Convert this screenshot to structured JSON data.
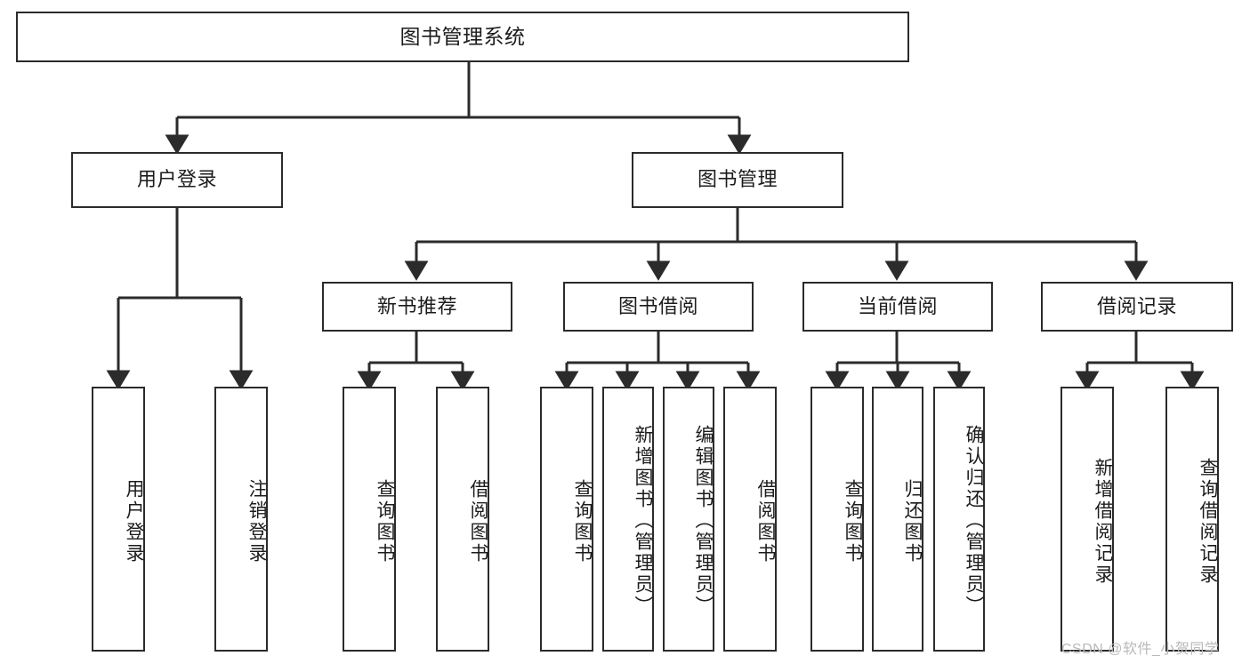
{
  "diagram": {
    "title": "图书管理系统",
    "type": "tree-hierarchy",
    "root": {
      "id": "root",
      "label": "图书管理系统"
    },
    "level2": [
      {
        "id": "user-login",
        "label": "用户登录"
      },
      {
        "id": "book-manage",
        "label": "图书管理"
      }
    ],
    "level3": [
      {
        "id": "new-book-rec",
        "label": "新书推荐",
        "parent": "book-manage"
      },
      {
        "id": "book-borrow",
        "label": "图书借阅",
        "parent": "book-manage"
      },
      {
        "id": "current-borrow",
        "label": "当前借阅",
        "parent": "book-manage"
      },
      {
        "id": "borrow-record",
        "label": "借阅记录",
        "parent": "book-manage"
      }
    ],
    "leaves": [
      {
        "id": "leaf-user-login",
        "label": "用户登录",
        "parent": "user-login"
      },
      {
        "id": "leaf-logout-login",
        "label": "注销登录",
        "parent": "user-login"
      },
      {
        "id": "leaf-query-book-1",
        "label": "查询图书",
        "parent": "new-book-rec"
      },
      {
        "id": "leaf-borrow-book-1",
        "label": "借阅图书",
        "parent": "new-book-rec"
      },
      {
        "id": "leaf-query-book-2",
        "label": "查询图书",
        "parent": "book-borrow"
      },
      {
        "id": "leaf-add-book",
        "label": "新增图书（管理员）",
        "parent": "book-borrow"
      },
      {
        "id": "leaf-edit-book",
        "label": "编辑图书（管理员）",
        "parent": "book-borrow"
      },
      {
        "id": "leaf-borrow-book-2",
        "label": "借阅图书",
        "parent": "book-borrow"
      },
      {
        "id": "leaf-query-book-3",
        "label": "查询图书",
        "parent": "current-borrow"
      },
      {
        "id": "leaf-return-book",
        "label": "归还图书",
        "parent": "current-borrow"
      },
      {
        "id": "leaf-confirm-return",
        "label": "确认归还（管理员）",
        "parent": "current-borrow"
      },
      {
        "id": "leaf-add-record",
        "label": "新增借阅记录",
        "parent": "borrow-record"
      },
      {
        "id": "leaf-query-record",
        "label": "查询借阅记录",
        "parent": "borrow-record"
      }
    ],
    "watermark": "CSDN @软件_小贺同学",
    "colors": {
      "stroke": "#2b2b2b",
      "fill": "#ffffff",
      "text": "#1c1c1c",
      "watermark": "#b9b9b9"
    }
  }
}
